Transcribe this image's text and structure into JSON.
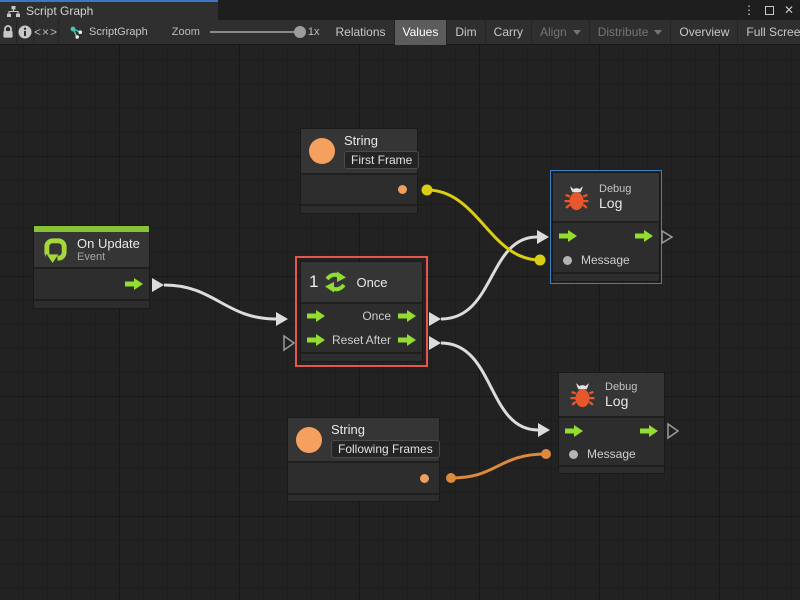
{
  "tab": {
    "title": "Script Graph"
  },
  "window_controls": {
    "menu": "⋮",
    "close": "✕"
  },
  "toolbar": {
    "code_glyph": "<×>",
    "graph_name": "ScriptGraph",
    "zoom_label": "Zoom",
    "zoom_value": "1x",
    "buttons": [
      {
        "label": "Relations",
        "active": false,
        "enabled": true
      },
      {
        "label": "Values",
        "active": true,
        "enabled": true
      },
      {
        "label": "Dim",
        "active": false,
        "enabled": true
      },
      {
        "label": "Carry",
        "active": false,
        "enabled": true
      },
      {
        "label": "Align",
        "active": false,
        "enabled": false,
        "dropdown": true
      },
      {
        "label": "Distribute",
        "active": false,
        "enabled": false,
        "dropdown": true
      },
      {
        "label": "Overview",
        "active": false,
        "enabled": true
      },
      {
        "label": "Full Screen",
        "active": false,
        "enabled": true
      }
    ]
  },
  "nodes": {
    "string_top": {
      "title": "String",
      "value": "First Frame"
    },
    "on_update": {
      "title": "On Update",
      "subtitle": "Event"
    },
    "once": {
      "icon_text": "1",
      "title": "Once",
      "in_reset": "Reset",
      "out_once": "Once",
      "out_after": "After"
    },
    "debug_top": {
      "category": "Debug",
      "title": "Log",
      "message_label": "Message"
    },
    "string_bottom": {
      "title": "String",
      "value": "Following Frames"
    },
    "debug_bottom": {
      "category": "Debug",
      "title": "Log",
      "message_label": "Message"
    }
  },
  "colors": {
    "accent_blue": "#3c76c4",
    "selection_red": "#e3574d",
    "selection_blue": "#3e7fc1",
    "flow_green": "#93dc30",
    "event_green": "#88c236",
    "string_orange": "#f5a05f",
    "bug_orange": "#e8572b",
    "wire_white": "#dcdcdc",
    "wire_yellow": "#d9ce13",
    "wire_orange": "#de8a3e"
  }
}
